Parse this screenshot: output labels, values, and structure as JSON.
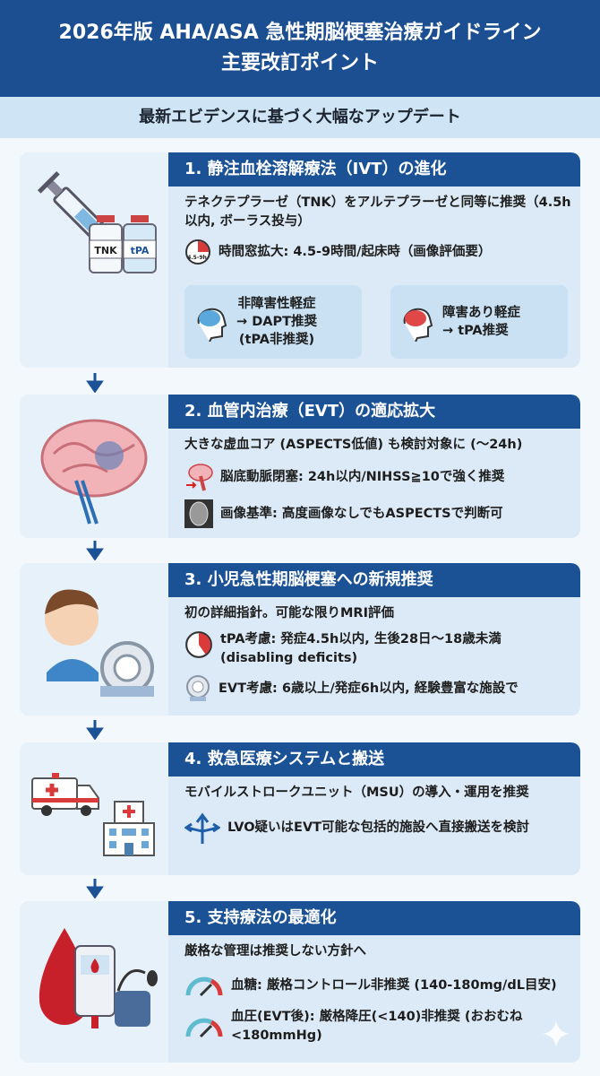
{
  "header": {
    "title_line1": "2026年版 AHA/ASA 急性期脳梗塞治療ガイドライン",
    "title_line2": "主要改訂ポイント",
    "subtitle": "最新エビデンスに基づく大幅なアップデート"
  },
  "colors": {
    "primary": "#1b5295",
    "card_bg": "#dbeaf6",
    "accent_red": "#d93a3a"
  },
  "sections": [
    {
      "title": "1. 静注血栓溶解療法（IVT）の進化",
      "lead": "テネクテプラーゼ（TNK）をアルテプラーゼと同等に推奨（4.5h以内, ボーラス投与）",
      "items": [
        {
          "icon": "clock-icon",
          "clock_label": "4.5-9h",
          "text": "時間窓拡大: 4.5-9時間/起床時（画像評価要）"
        }
      ],
      "boxes": [
        {
          "icon": "brain-blue-icon",
          "text1": "非障害性軽症",
          "text2": "→ DAPT推奨",
          "text3": "(tPA非推奨)"
        },
        {
          "icon": "brain-red-icon",
          "text1": "障害あり軽症",
          "text2": "→ tPA推奨"
        }
      ],
      "vial_labels": [
        "TNK",
        "tPA"
      ]
    },
    {
      "title": "2. 血管内治療（EVT）の適応拡大",
      "lead": "大きな虚血コア (ASPECTS低値) も検討対象に (〜24h)",
      "items": [
        {
          "icon": "brainstem-icon",
          "text": "脳底動脈閉塞: 24h以内/NIHSS≧10で強く推奨"
        },
        {
          "icon": "ct-scan-icon",
          "text": "画像基準: 高度画像なしでもASPECTSで判断可"
        }
      ]
    },
    {
      "title": "3. 小児急性期脳梗塞への新規推奨",
      "lead": "初の詳細指針。可能な限りMRI評価",
      "items": [
        {
          "icon": "clock-icon",
          "text": "tPA考慮: 発症4.5h以内, 生後28日〜18歳未満 (disabling deficits)"
        },
        {
          "icon": "mri-icon",
          "text": "EVT考慮: 6歳以上/発症6h以内, 経験豊富な施設で"
        }
      ]
    },
    {
      "title": "4. 救急医療システムと搬送",
      "lead": "モバイルストロークユニット（MSU）の導入・運用を推奨",
      "items": [
        {
          "icon": "route-icon",
          "text": "LVO疑いはEVT可能な包括的施設へ直接搬送を検討"
        }
      ]
    },
    {
      "title": "5. 支持療法の最適化",
      "lead": "厳格な管理は推奨しない方針へ",
      "items": [
        {
          "icon": "gauge-icon",
          "text": "血糖: 厳格コントロール非推奨 (140-180mg/dL目安)"
        },
        {
          "icon": "gauge-icon",
          "text": "血圧(EVT後): 厳格降圧(<140)非推奨 (おおむね<180mmHg)"
        }
      ]
    }
  ]
}
